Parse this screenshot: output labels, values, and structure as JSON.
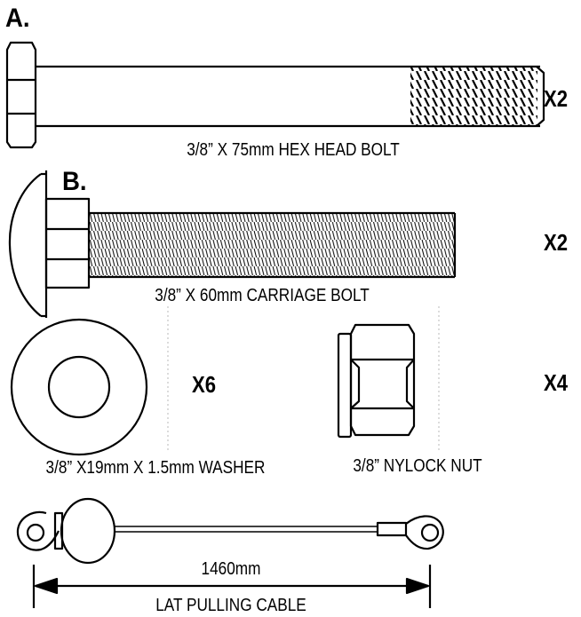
{
  "parts": {
    "a": {
      "letter": "A.",
      "caption": "3/8” X 75mm HEX HEAD BOLT",
      "quantity": "X2"
    },
    "b": {
      "letter": "B.",
      "caption": "3/8” X 60mm CARRIAGE BOLT",
      "quantity": "X2"
    },
    "washer": {
      "caption": "3/8” X19mm X 1.5mm WASHER",
      "quantity": "X6"
    },
    "nut": {
      "caption": "3/8” NYLOCK NUT",
      "quantity": "X4"
    },
    "cable": {
      "length": "1460mm",
      "caption": "LAT PULLING CABLE"
    }
  }
}
